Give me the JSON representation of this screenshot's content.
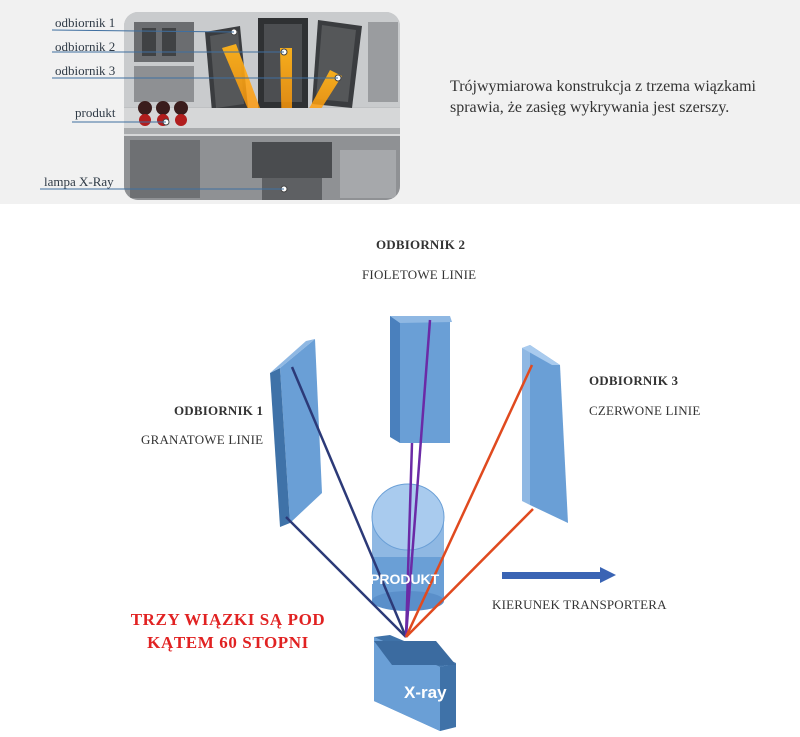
{
  "photo": {
    "labels": {
      "odbiornik1": "odbiornik 1",
      "odbiornik2": "odbiornik 2",
      "odbiornik3": "odbiornik 3",
      "produkt": "produkt",
      "lampa": "lampa X-Ray"
    },
    "description": "Trójwymiarowa konstrukcja z trzema wiązkami sprawia, że zasięg wykrywania jest szerszy."
  },
  "diagram": {
    "receiver2_title": "ODBIORNIK 2",
    "receiver2_lines": "FIOLETOWE LINIE",
    "receiver1_title": "ODBIORNIK 1",
    "receiver1_lines": "GRANATOWE LINIE",
    "receiver3_title": "ODBIORNIK 3",
    "receiver3_lines": "CZERWONE LINIE",
    "product_label": "PRODUKT",
    "xray_label": "X-ray",
    "conveyor_label": "KIERUNEK TRANSPORTERA",
    "warning_line1": "TRZY WIĄZKI SĄ POD",
    "warning_line2": "KĄTEM  60  STOPNI"
  },
  "colors": {
    "box_blue": "#6a9fd6",
    "box_dark": "#3f72a8",
    "navy_beam": "#2c3a78",
    "violet_beam": "#6b2aa6",
    "red_beam": "#e04a1f",
    "warning_red": "#e12222",
    "arrow_blue": "#3a64b4"
  }
}
